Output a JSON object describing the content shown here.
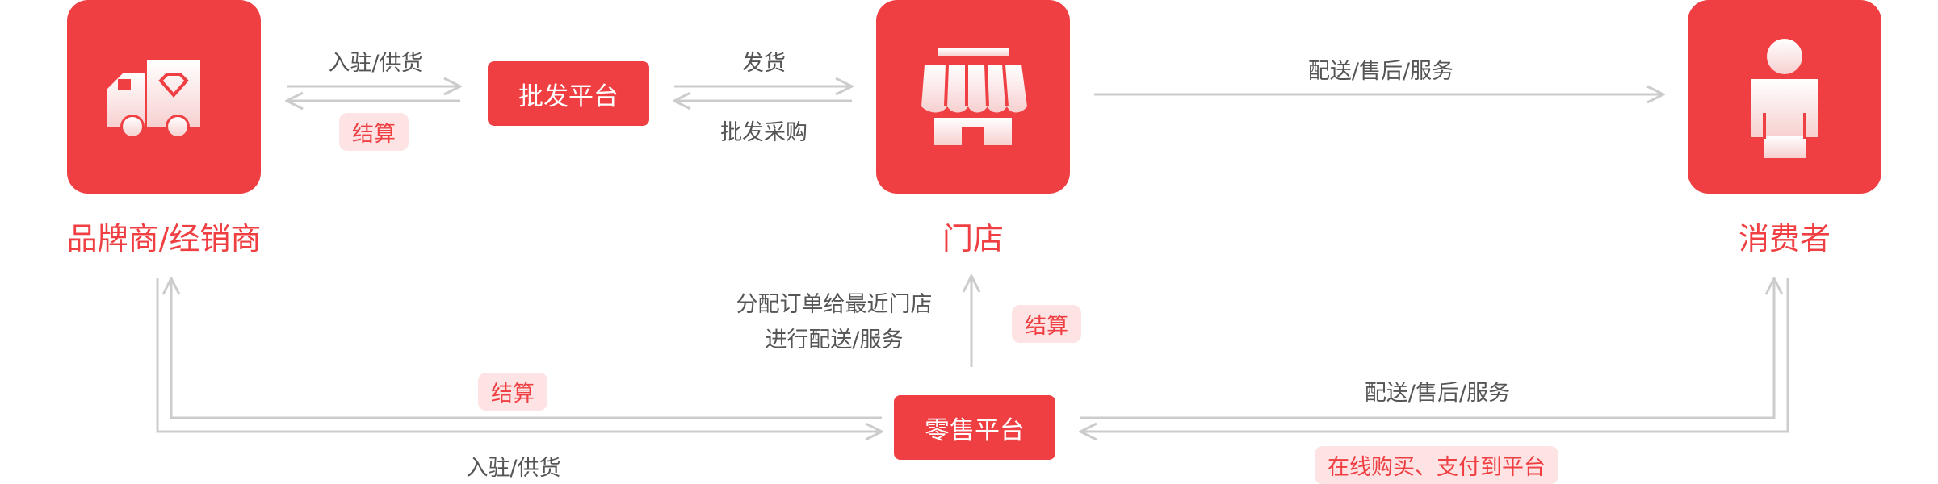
{
  "nodes": {
    "brand": {
      "label": "品牌商/经销商",
      "icon": "delivery-truck-icon"
    },
    "store": {
      "label": "门店",
      "icon": "storefront-awning-icon"
    },
    "consumer": {
      "label": "消费者",
      "icon": "person-icon"
    }
  },
  "platforms": {
    "wholesale": "批发平台",
    "retail": "零售平台"
  },
  "labels": {
    "settle_supply_top": "入驻/供货",
    "ship": "发货",
    "wholesale_purchase": "批发采购",
    "deliver_aftersale_top": "配送/售后/服务",
    "assign_line1": "分配订单给最近门店",
    "assign_line2": "进行配送/服务",
    "deliver_aftersale_bottom": "配送/售后/服务",
    "settle_supply_bottom": "入驻/供货"
  },
  "badges": {
    "settle_top": "结算",
    "settle_store": "结算",
    "settle_left": "结算",
    "buy_pay": "在线购买、支付到平台"
  },
  "colors": {
    "accent": "#ef3f42",
    "badge_bg": "#fde3e3",
    "line": "#cccccc",
    "text": "#555555"
  }
}
